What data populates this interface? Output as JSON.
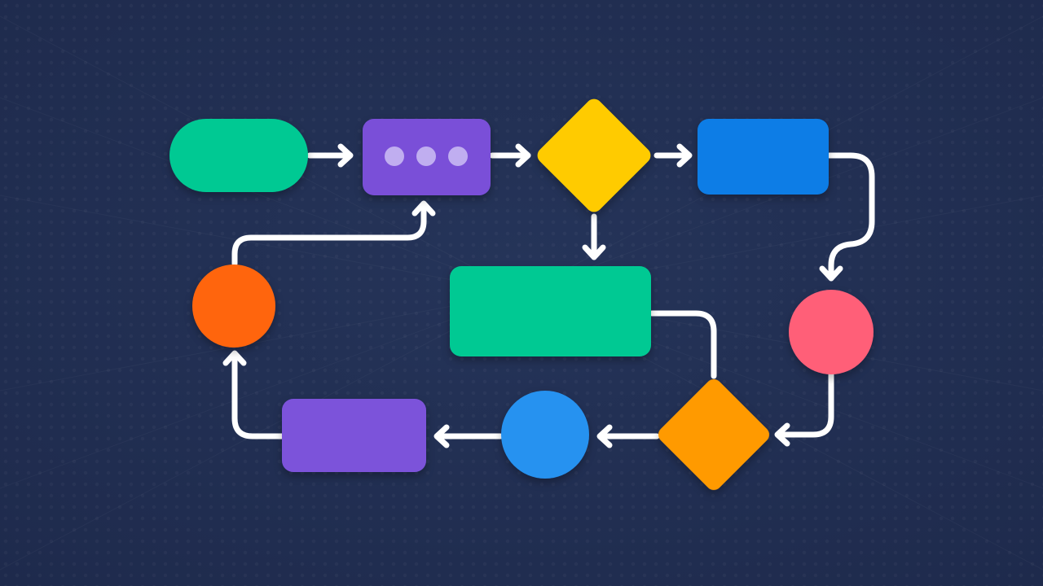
{
  "colors": {
    "background": "#1e2a4c",
    "background_center": "#253459",
    "connector": "#ffffff",
    "green": "#06c993",
    "purple": "#7a4fd8",
    "yellow": "#ffcb05",
    "blue": "#0a7de6",
    "pink": "#ff5e78",
    "orange_diamond": "#ff9a03",
    "light_blue": "#2792f0",
    "purple_light": "#7b52da",
    "orange_circle": "#ff650a",
    "dots": "#c0aef0"
  },
  "nodes": [
    {
      "id": "start-terminal",
      "shape": "pill",
      "color": "green"
    },
    {
      "id": "process-menu",
      "shape": "rect",
      "color": "purple",
      "icon": "ellipsis-icon"
    },
    {
      "id": "decision-1",
      "shape": "diamond",
      "color": "yellow"
    },
    {
      "id": "process-blue",
      "shape": "rect",
      "color": "blue"
    },
    {
      "id": "connector-pink",
      "shape": "circle",
      "color": "pink"
    },
    {
      "id": "process-green-large",
      "shape": "rect",
      "color": "green"
    },
    {
      "id": "decision-2",
      "shape": "diamond",
      "color": "orange_diamond"
    },
    {
      "id": "connector-light-blue",
      "shape": "circle",
      "color": "light_blue"
    },
    {
      "id": "process-purple",
      "shape": "rect",
      "color": "purple_light"
    },
    {
      "id": "connector-orange",
      "shape": "circle",
      "color": "orange_circle"
    }
  ],
  "edges": [
    {
      "from": "start-terminal",
      "to": "process-menu"
    },
    {
      "from": "process-menu",
      "to": "decision-1"
    },
    {
      "from": "decision-1",
      "to": "process-blue"
    },
    {
      "from": "decision-1",
      "to": "process-green-large"
    },
    {
      "from": "process-blue",
      "to": "connector-pink"
    },
    {
      "from": "connector-pink",
      "to": "decision-2"
    },
    {
      "from": "process-green-large",
      "to": "decision-2"
    },
    {
      "from": "decision-2",
      "to": "connector-light-blue"
    },
    {
      "from": "connector-light-blue",
      "to": "process-purple"
    },
    {
      "from": "process-purple",
      "to": "connector-orange"
    },
    {
      "from": "connector-orange",
      "to": "process-menu"
    }
  ]
}
